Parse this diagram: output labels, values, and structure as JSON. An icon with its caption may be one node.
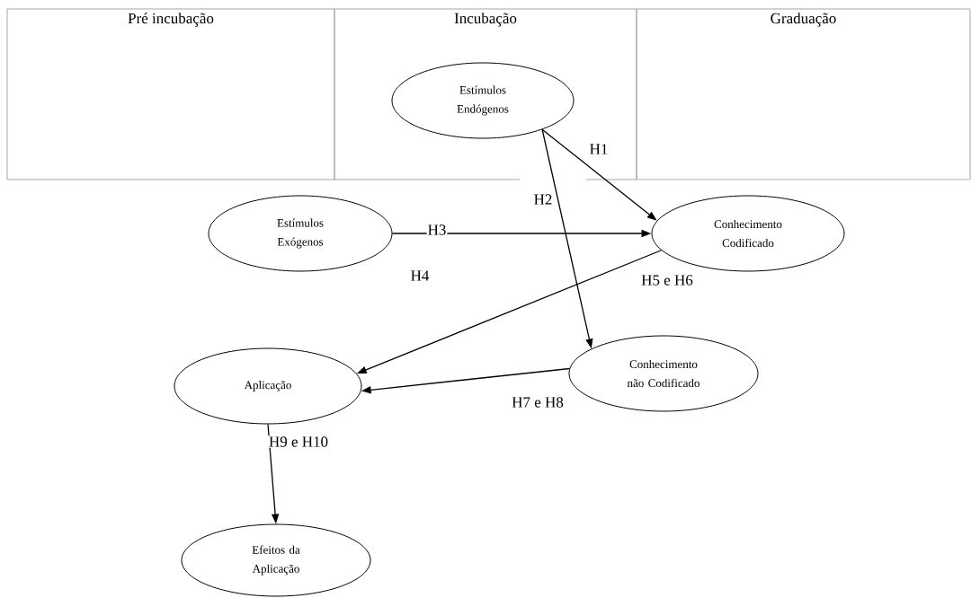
{
  "diagram": {
    "nodes": [
      {
        "text": [
          "Pré incubação"
        ]
      },
      {
        "text": [
          "Incubação"
        ]
      },
      {
        "text": [
          "Graduação"
        ]
      },
      {
        "text": [
          "Estímulos Endógenos"
        ],
        "in": 1
      },
      {
        "text": [
          "Estímulos Exógenos"
        ]
      },
      {
        "text": [
          "Conhecimento Codificado"
        ]
      },
      {
        "text": [
          "Conhecimento não Codificado"
        ]
      },
      {
        "text": [
          "Aplicação"
        ]
      },
      {
        "text": [
          "Efeitos da Aplicação"
        ]
      }
    ],
    "edges": [
      {
        "from": 3,
        "to": 5,
        "arrow": "to",
        "label": "H1"
      },
      {
        "from": 3,
        "to": 6,
        "arrow": "to",
        "label": "H2"
      },
      {
        "from": 4,
        "to": 5,
        "arrow": "to",
        "label": "H3"
      },
      {
        "from": 5,
        "to": 7,
        "arrow": "to",
        "label": "H5 e H6"
      },
      {
        "from": 6,
        "to": 7,
        "arrow": "to",
        "label": "H7 e H8"
      },
      {
        "from": 7,
        "to": 8,
        "arrow": "to",
        "label": "H9 e H10"
      }
    ],
    "labels": [
      "H4"
    ]
  }
}
